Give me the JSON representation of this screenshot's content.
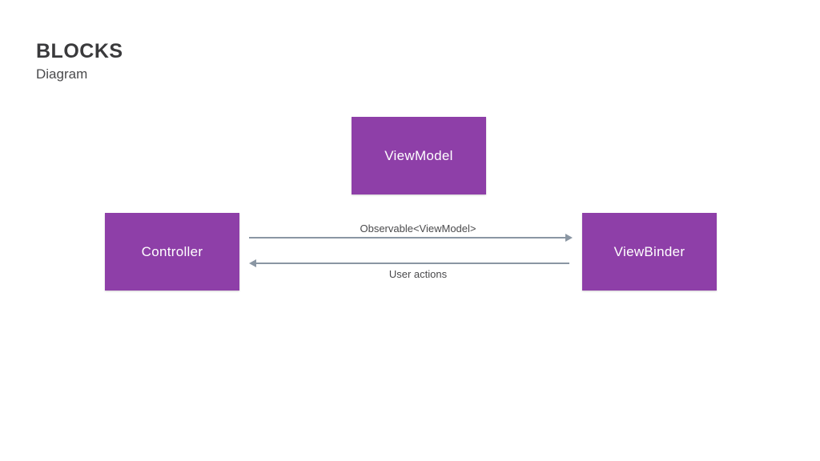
{
  "header": {
    "title": "BLOCKS",
    "subtitle": "Diagram"
  },
  "diagram": {
    "block_color": "#8e3fa8",
    "arrow_color": "#8a96a3",
    "blocks": {
      "viewmodel": "ViewModel",
      "controller": "Controller",
      "viewbinder": "ViewBinder"
    },
    "edges": {
      "observable": "Observable<ViewModel>",
      "user_actions": "User actions"
    }
  }
}
